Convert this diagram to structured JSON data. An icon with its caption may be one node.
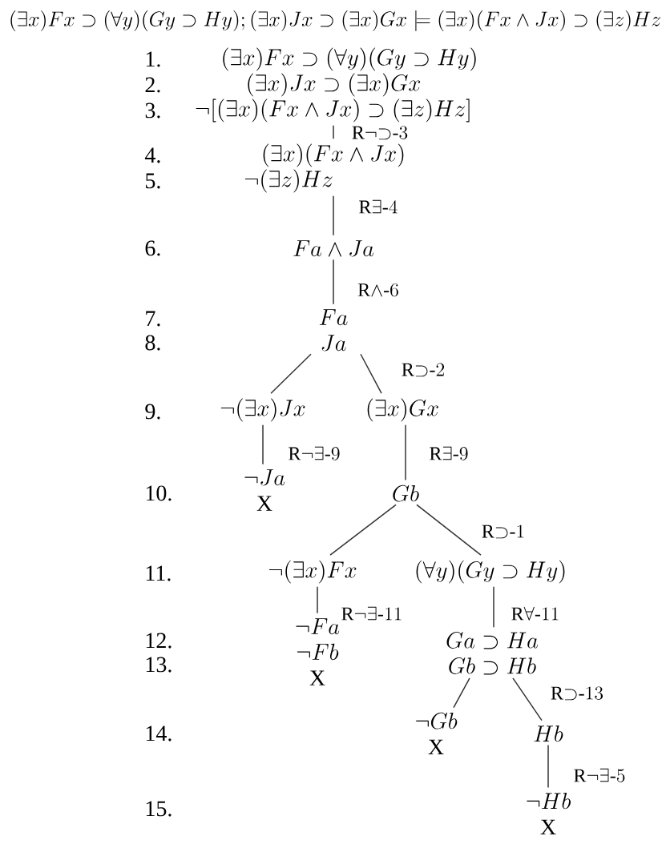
{
  "diagram": {
    "title": "(\\exists x)Fx \\supset (\\forall y)(Gy \\supset Hy); (\\exists x)Jx \\supset (\\exists x)Gx \\models (\\exists x)(Fx \\wedge Jx) \\supset (\\exists z)Hz",
    "nodes": [
      {
        "text": [
          "(\\exists x)Fx \\supset (\\forall y)(Gy \\supset Hy)",
          "(\\exists x)Jx \\supset (\\exists x)Gx",
          "\\neg[(\\exists x)(Fx \\wedge Jx) \\supset (\\exists z)Hz]"
        ]
      },
      {
        "text": [
          "(\\exists x)(Fx \\wedge Jx)",
          "\\neg(\\exists z)Hz"
        ]
      },
      {
        "text": [
          "Fa \\wedge Ja"
        ]
      },
      {
        "text": [
          "Fa",
          "Ja"
        ]
      },
      {
        "text": [
          "\\neg(\\exists x)Jx"
        ]
      },
      {
        "text": [
          "(\\exists x)Gx"
        ]
      },
      {
        "text": [
          "\\neg Ja",
          "X"
        ]
      },
      {
        "text": [
          "Gb"
        ]
      },
      {
        "text": [
          "\\neg(\\exists x)Fx"
        ]
      },
      {
        "text": [
          "(\\forall y)(Gy \\supset Hy)"
        ]
      },
      {
        "text": [
          "\\neg Fa",
          "\\neg Fb",
          "X"
        ]
      },
      {
        "text": [
          "Ga \\supset Ha",
          "Gb \\supset Hb"
        ]
      },
      {
        "text": [
          "\\neg Gb",
          "X"
        ]
      },
      {
        "text": [
          "Hb"
        ]
      },
      {
        "text": [
          "\\neg Hb",
          "X"
        ]
      }
    ],
    "edges": [
      {
        "from": 0,
        "to": 1,
        "arrow": "none",
        "label": "\\mathrm{R}\\neg{\\supset}\\mbox{-}3"
      },
      {
        "from": 1,
        "to": 2,
        "arrow": "none",
        "label": "\\mathrm{R}\\exists\\mbox{-}4"
      },
      {
        "from": 2,
        "to": 3,
        "arrow": "none",
        "label": "\\mathrm{R}{\\wedge}\\mbox{-}6"
      },
      {
        "from": 3,
        "to": 4,
        "arrow": "none"
      },
      {
        "from": 3,
        "to": 5,
        "arrow": "none",
        "label": "\\mathrm{R}{\\supset}\\mbox{-}2"
      },
      {
        "from": 4,
        "to": 6,
        "arrow": "none",
        "label": "\\mathrm{R}\\neg\\exists\\mbox{-}9"
      },
      {
        "from": 5,
        "to": 7,
        "arrow": "none",
        "label": "\\mathrm{R}\\exists\\mbox{-}9"
      },
      {
        "from": 7,
        "to": 8,
        "arrow": "none"
      },
      {
        "from": 7,
        "to": 9,
        "arrow": "none",
        "label": "\\mathrm{R}{\\supset}\\mbox{-}1"
      },
      {
        "from": 8,
        "to": 10,
        "arrow": "none",
        "label": "\\mathrm{R}\\neg\\exists\\mbox{-}11"
      },
      {
        "from": 9,
        "to": 11,
        "arrow": "none",
        "label": "\\mathrm{R}\\forall\\mbox{-}11"
      },
      {
        "from": 11,
        "to": 12,
        "arrow": "none"
      },
      {
        "from": 11,
        "to": 13,
        "arrow": "none",
        "label": "\\mathrm{R}{\\supset}\\mbox{-}13"
      },
      {
        "from": 13,
        "to": 14,
        "arrow": "none",
        "label": "\\mathrm{R}\\neg\\exists\\mbox{-}5"
      }
    ],
    "labels": [
      "1.",
      "2.",
      "3.",
      "4.",
      "5.",
      "6.",
      "7.",
      "8.",
      "9.",
      "10.",
      "11.",
      "12.",
      "13.",
      "14.",
      "15."
    ]
  }
}
